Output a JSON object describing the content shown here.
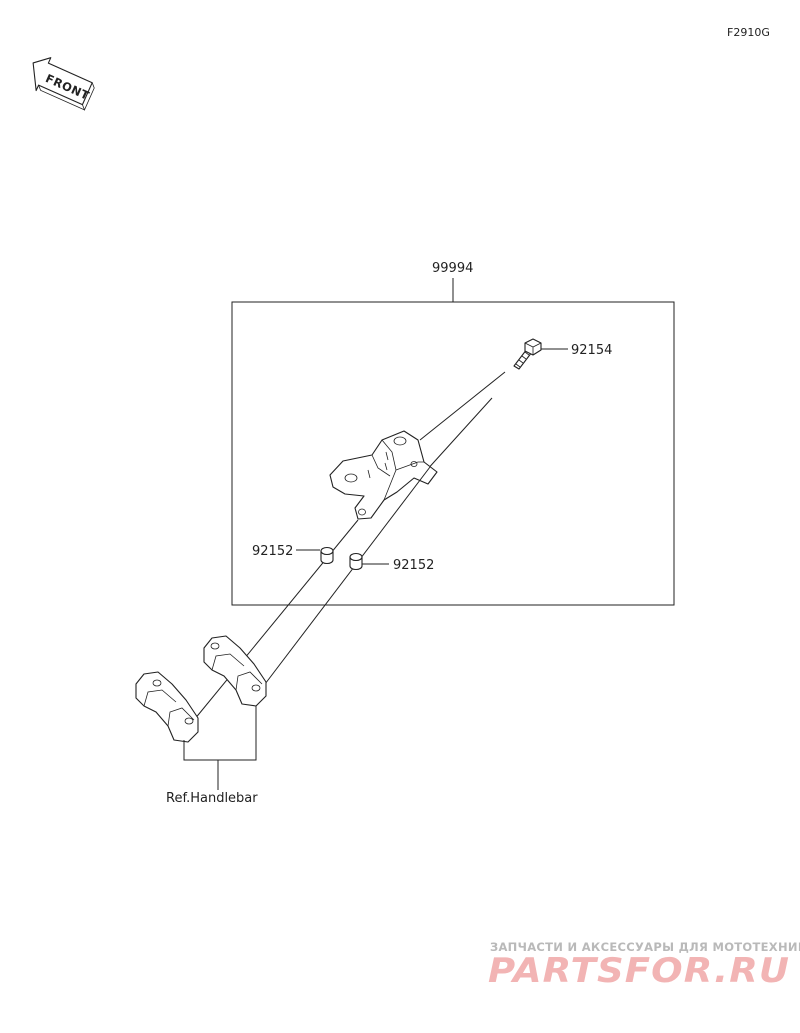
{
  "diagram": {
    "code": "F2910G",
    "front_badge": "FRONT",
    "assembly_part": "99994",
    "parts": {
      "bolt": "92154",
      "collar_left": "92152",
      "collar_right": "92152"
    },
    "reference": "Ref.Handlebar"
  },
  "watermark": {
    "tagline": "ЗАПЧАСТИ И АКСЕССУАРЫ ДЛЯ МОТОТЕХНИКИ",
    "logo": "PARTSFOR.RU",
    "color": "#f2b4b4"
  }
}
